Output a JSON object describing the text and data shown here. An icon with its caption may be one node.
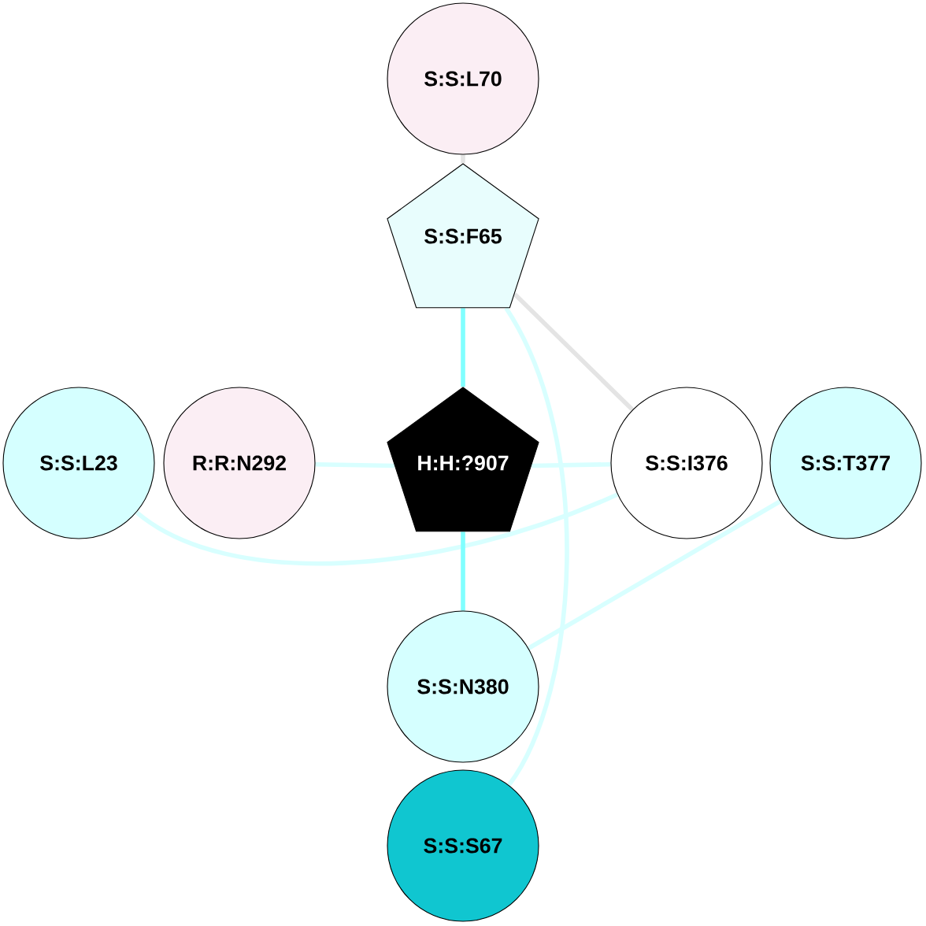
{
  "diagram": {
    "nodes": [
      {
        "text": [
          "S:S:L70"
        ]
      },
      {
        "text": [
          "S:S:F65"
        ]
      },
      {
        "text": [
          "S:S:L23"
        ]
      },
      {
        "text": [
          "R:R:N292"
        ]
      },
      {
        "text": [
          "H:H:?907"
        ]
      },
      {
        "text": [
          "S:S:I376"
        ]
      },
      {
        "text": [
          "S:S:T377"
        ]
      },
      {
        "text": [
          "S:S:N380"
        ]
      },
      {
        "text": [
          "S:S:S67"
        ]
      }
    ],
    "edges": [
      {
        "from": 0,
        "to": 1,
        "arrow": "none",
        "color": "#e4e4e4"
      },
      {
        "from": 1,
        "to": 4,
        "arrow": "none",
        "color": "#80ffff"
      },
      {
        "from": 1,
        "to": 8,
        "arrow": "none",
        "color": "#d8ffff"
      },
      {
        "from": 1,
        "to": 5,
        "arrow": "none",
        "color": "#e4e4e4"
      },
      {
        "from": 3,
        "to": 4,
        "arrow": "none",
        "color": "#d8ffff"
      },
      {
        "from": 4,
        "to": 5,
        "arrow": "none",
        "color": "#d8ffff"
      },
      {
        "from": 2,
        "to": 5,
        "arrow": "none",
        "color": "#d8ffff"
      },
      {
        "from": 4,
        "to": 7,
        "arrow": "none",
        "color": "#80ffff"
      },
      {
        "from": 6,
        "to": 7,
        "arrow": "none",
        "color": "#d8ffff"
      }
    ]
  }
}
